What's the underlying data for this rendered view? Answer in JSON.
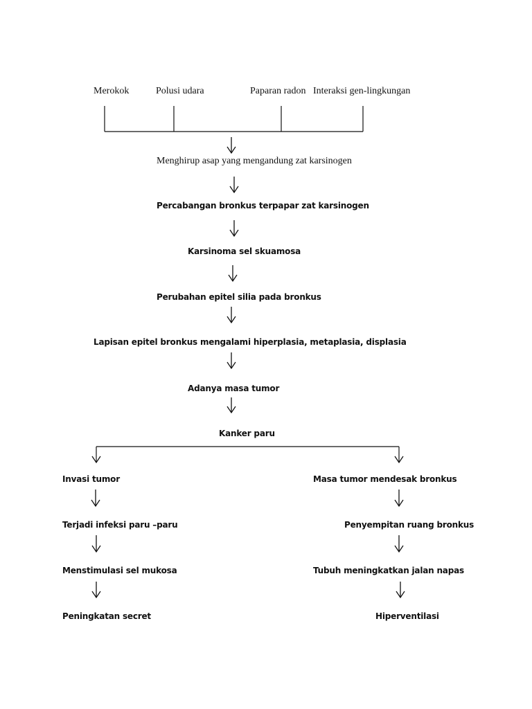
{
  "causes": [
    "Merokok",
    "Polusi udara",
    "Paparan radon",
    "Interaksi gen-lingkungan"
  ],
  "chain": [
    "Menghirup asap yang mengandung zat karsinogen",
    "Percabangan bronkus terpapar zat karsinogen",
    "Karsinoma sel skuamosa",
    "Perubahan epitel silia pada bronkus",
    "Lapisan epitel bronkus mengalami hiperplasia, metaplasia, displasia",
    "Adanya masa tumor",
    "Kanker paru"
  ],
  "left_branch": [
    "Invasi tumor",
    "Terjadi infeksi paru –paru",
    "Menstimulasi sel mukosa",
    "Peningkatan secret"
  ],
  "right_branch": [
    "Masa tumor mendesak bronkus",
    "Penyempitan ruang bronkus",
    "Tubuh meningkatkan jalan napas",
    "Hiperventilasi"
  ],
  "colors": {
    "text": "#111111",
    "line": "#111111",
    "background": "#ffffff"
  }
}
